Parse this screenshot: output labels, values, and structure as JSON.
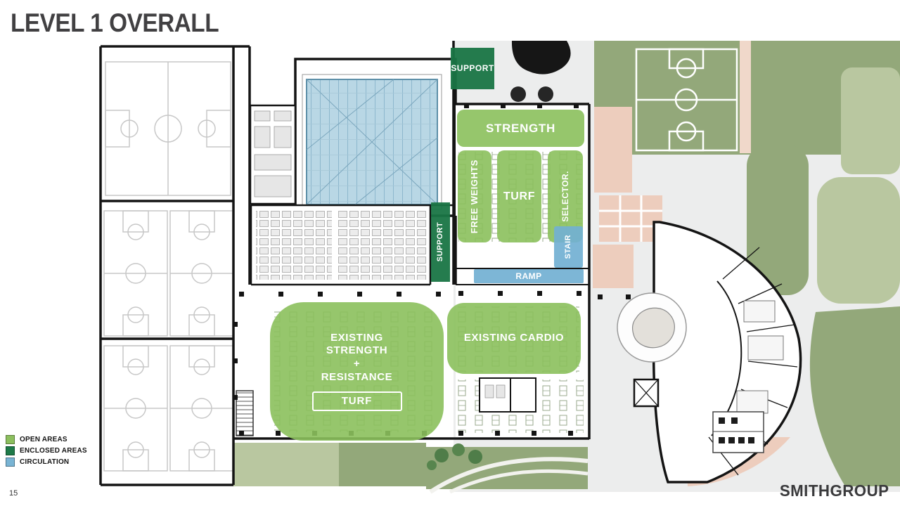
{
  "slide": {
    "title": "LEVEL 1 OVERALL",
    "page_number": "15",
    "brand": "SMITHGROUP"
  },
  "legend": {
    "items": [
      {
        "label": "OPEN AREAS",
        "color": "#8CBF5E",
        "key": "open"
      },
      {
        "label": "ENCLOSED AREAS",
        "color": "#1E7A49",
        "key": "enclosed"
      },
      {
        "label": "CIRCULATION",
        "color": "#79B4D4",
        "key": "circulation"
      }
    ]
  },
  "plan": {
    "areas": {
      "support_top": {
        "label": "SUPPORT",
        "type": "enclosed"
      },
      "strength": {
        "label": "STRENGTH",
        "type": "open"
      },
      "free_weights": {
        "label": "FREE WEIGHTS",
        "type": "open"
      },
      "turf_upper": {
        "label": "TURF",
        "type": "open"
      },
      "selector": {
        "label": "SELECTOR.",
        "type": "open"
      },
      "support_side": {
        "label": "SUPPORT",
        "type": "enclosed"
      },
      "stair": {
        "label": "STAIR",
        "type": "circulation"
      },
      "ramp": {
        "label": "RAMP",
        "type": "circulation"
      },
      "existing_strength": {
        "lines": [
          "EXISTING",
          "STRENGTH",
          "+",
          "RESISTANCE"
        ],
        "type": "open"
      },
      "turf_lower": {
        "label": "TURF",
        "type": "open"
      },
      "existing_cardio": {
        "label": "EXISTING CARDIO",
        "type": "open"
      }
    }
  }
}
